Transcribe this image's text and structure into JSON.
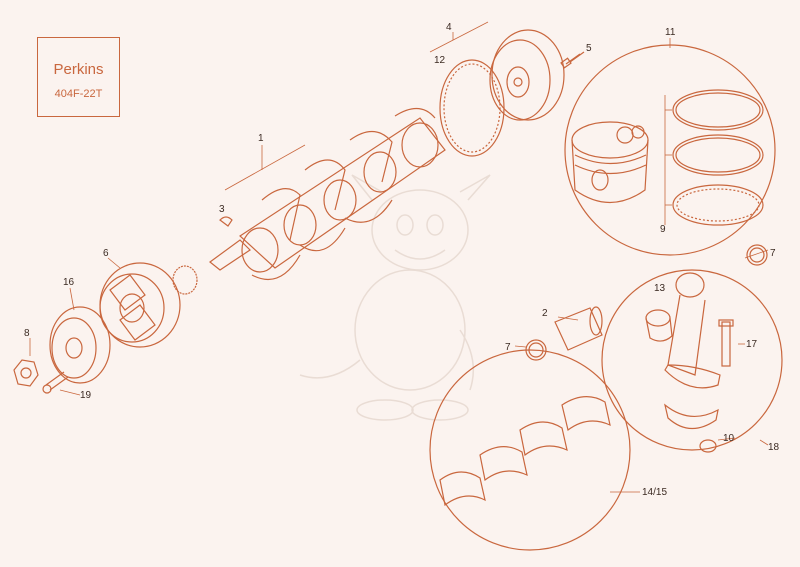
{
  "brand": {
    "name": "Perkins",
    "model": "404F-22T"
  },
  "colors": {
    "line": "#c9673e",
    "background": "#fbf3ef",
    "label": "#3b2a22",
    "watermark": "#e9dcd4"
  },
  "callouts": [
    "1",
    "2",
    "3",
    "4",
    "5",
    "6",
    "7",
    "7",
    "8",
    "9",
    "10",
    "11",
    "12",
    "13",
    "14/15",
    "16",
    "17",
    "18",
    "19"
  ]
}
